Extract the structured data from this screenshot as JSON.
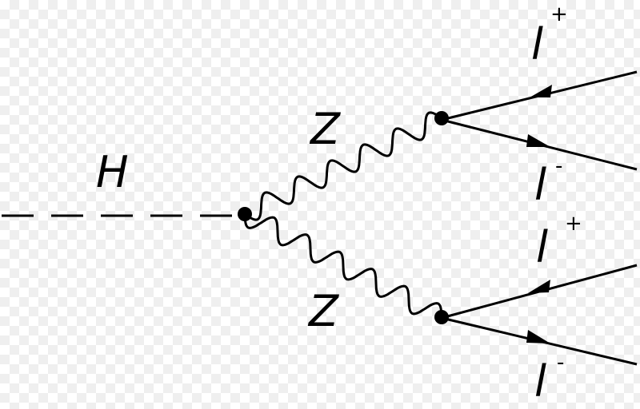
{
  "diagram": {
    "higgs_label": "H",
    "boson_upper_label": "Z",
    "boson_lower_label": "Z",
    "leptons": [
      {
        "base": "l",
        "charge": "+"
      },
      {
        "base": "l",
        "charge": "-"
      },
      {
        "base": "l",
        "charge": "+"
      },
      {
        "base": "l",
        "charge": "-"
      }
    ]
  }
}
